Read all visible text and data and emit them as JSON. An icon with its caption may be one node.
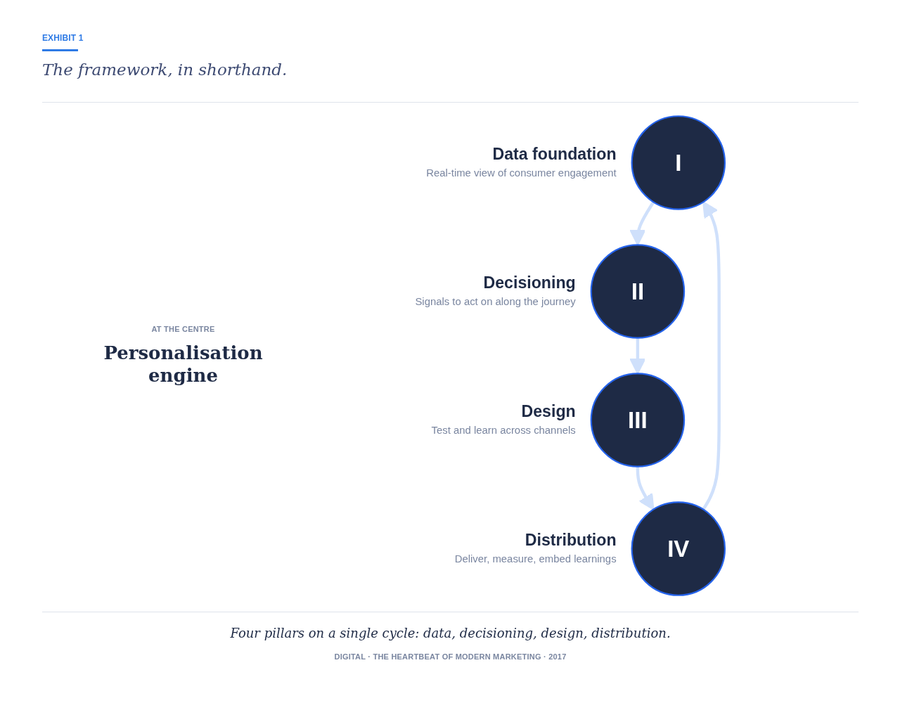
{
  "diagram": {
    "title": "The framework, in shorthand.",
    "caption": "Four pillars on a single cycle: data, decisioning, design, distribution.",
    "nodes": [
      {
        "text": [
          "I"
        ],
        "beside": [
          "Data foundation",
          "Real-time view of consumer engagement"
        ]
      },
      {
        "text": [
          "II"
        ],
        "beside": [
          "Decisioning",
          "Signals to act on along the journey"
        ]
      },
      {
        "text": [
          "III"
        ],
        "beside": [
          "Design",
          "Test and learn across channels"
        ]
      },
      {
        "text": [
          "IV"
        ],
        "beside": [
          "Distribution",
          "Deliver, measure, embed learnings"
        ]
      }
    ],
    "edges": [
      {
        "from": 0,
        "to": 1,
        "arrow": "to"
      },
      {
        "from": 1,
        "to": 2,
        "arrow": "to"
      },
      {
        "from": 2,
        "to": 3,
        "arrow": "to"
      },
      {
        "from": 3,
        "to": 0,
        "arrow": "to"
      }
    ],
    "labels": [
      "EXHIBIT 1",
      "AT THE CENTRE",
      "Personalisation engine",
      "DIGITAL · THE HEARTBEAT OF MODERN MARKETING · 2017"
    ]
  }
}
